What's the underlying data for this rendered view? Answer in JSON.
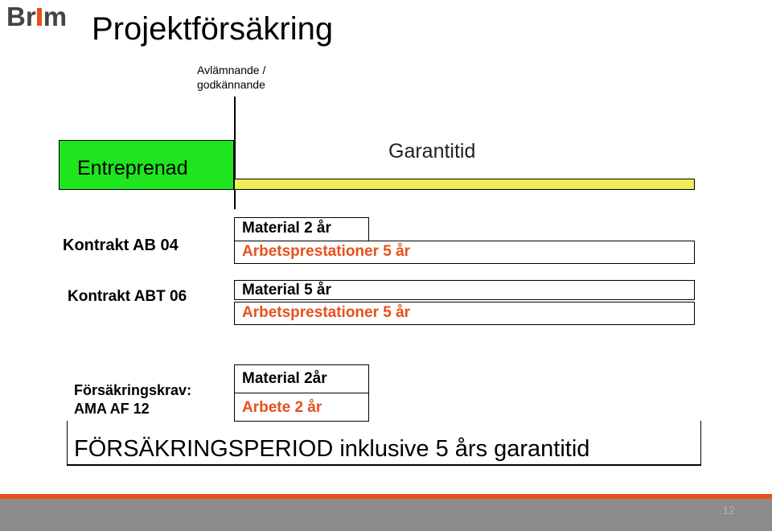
{
  "logo": {
    "part1": "Br",
    "part2": "m"
  },
  "title": "Projektförsäkring",
  "milestone": {
    "line1": "Avlämnande /",
    "line2": "godkännande"
  },
  "phases": {
    "construction": "Entreprenad",
    "warranty": "Garantitid"
  },
  "contracts": {
    "ab04": {
      "label": "Kontrakt  AB 04",
      "material": "Material 2 år",
      "work": "Arbetsprestationer 5 år"
    },
    "abt06": {
      "label": "Kontrakt  ABT 06",
      "material": "Material 5 år",
      "work": "Arbetsprestationer 5 år"
    }
  },
  "insurance": {
    "label1": "Försäkringskrav:",
    "label2": "AMA AF 12",
    "material": "Material 2år",
    "work": "Arbete 2 år"
  },
  "period": "FÖRSÄKRINGSPERIOD inklusive 5 års garantitid",
  "page_number": "12",
  "colors": {
    "construction": "#1ee51e",
    "warranty": "#f0ec5a",
    "accent": "#e8501c"
  }
}
